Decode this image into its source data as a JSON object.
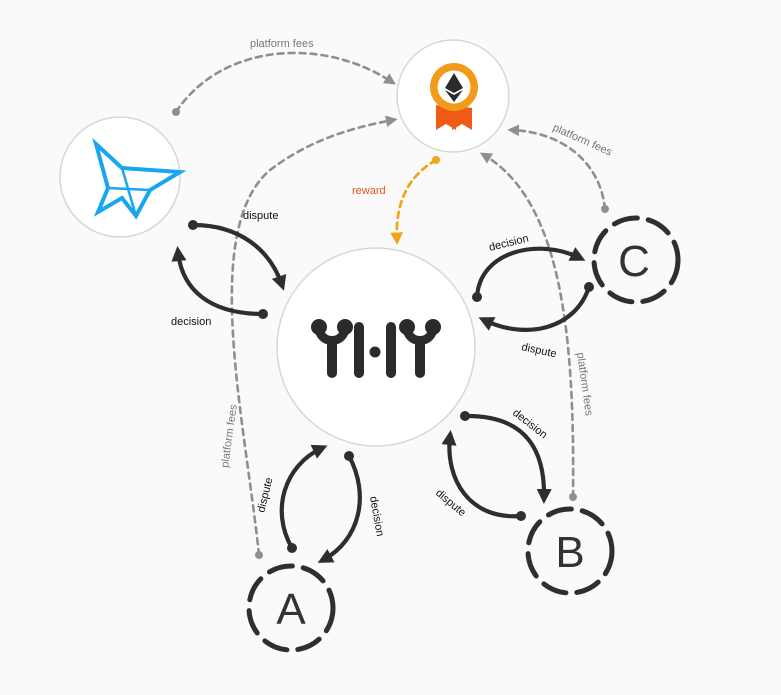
{
  "colors": {
    "flow": "#2e2e2e",
    "fees": "#8f8f8f",
    "reward": "#f2a51a",
    "reward_label": "#e8541b",
    "butterfly": "#18a6f0",
    "medal_orange": "#f29a1a",
    "medal_ribbon": "#ef5a16"
  },
  "nodes": {
    "butterfly": {
      "icon": "butterfly-logo-icon"
    },
    "reward_pool": {
      "icon": "ethereum-medal-icon"
    },
    "court": {
      "icon": "court-people-logo-icon"
    },
    "party_a": {
      "letter": "A"
    },
    "party_b": {
      "letter": "B"
    },
    "party_c": {
      "letter": "C"
    }
  },
  "labels": {
    "fees_top": "platform fees",
    "fees_right": "platform fees",
    "fees_b": "platform fees",
    "fees_a": "platform fees",
    "reward": "reward",
    "butterfly_dispute": "dispute",
    "butterfly_decision": "decision",
    "c_decision": "decision",
    "c_dispute": "dispute",
    "b_decision": "decision",
    "b_dispute": "dispute",
    "a_dispute": "dispute",
    "a_decision": "decision"
  }
}
